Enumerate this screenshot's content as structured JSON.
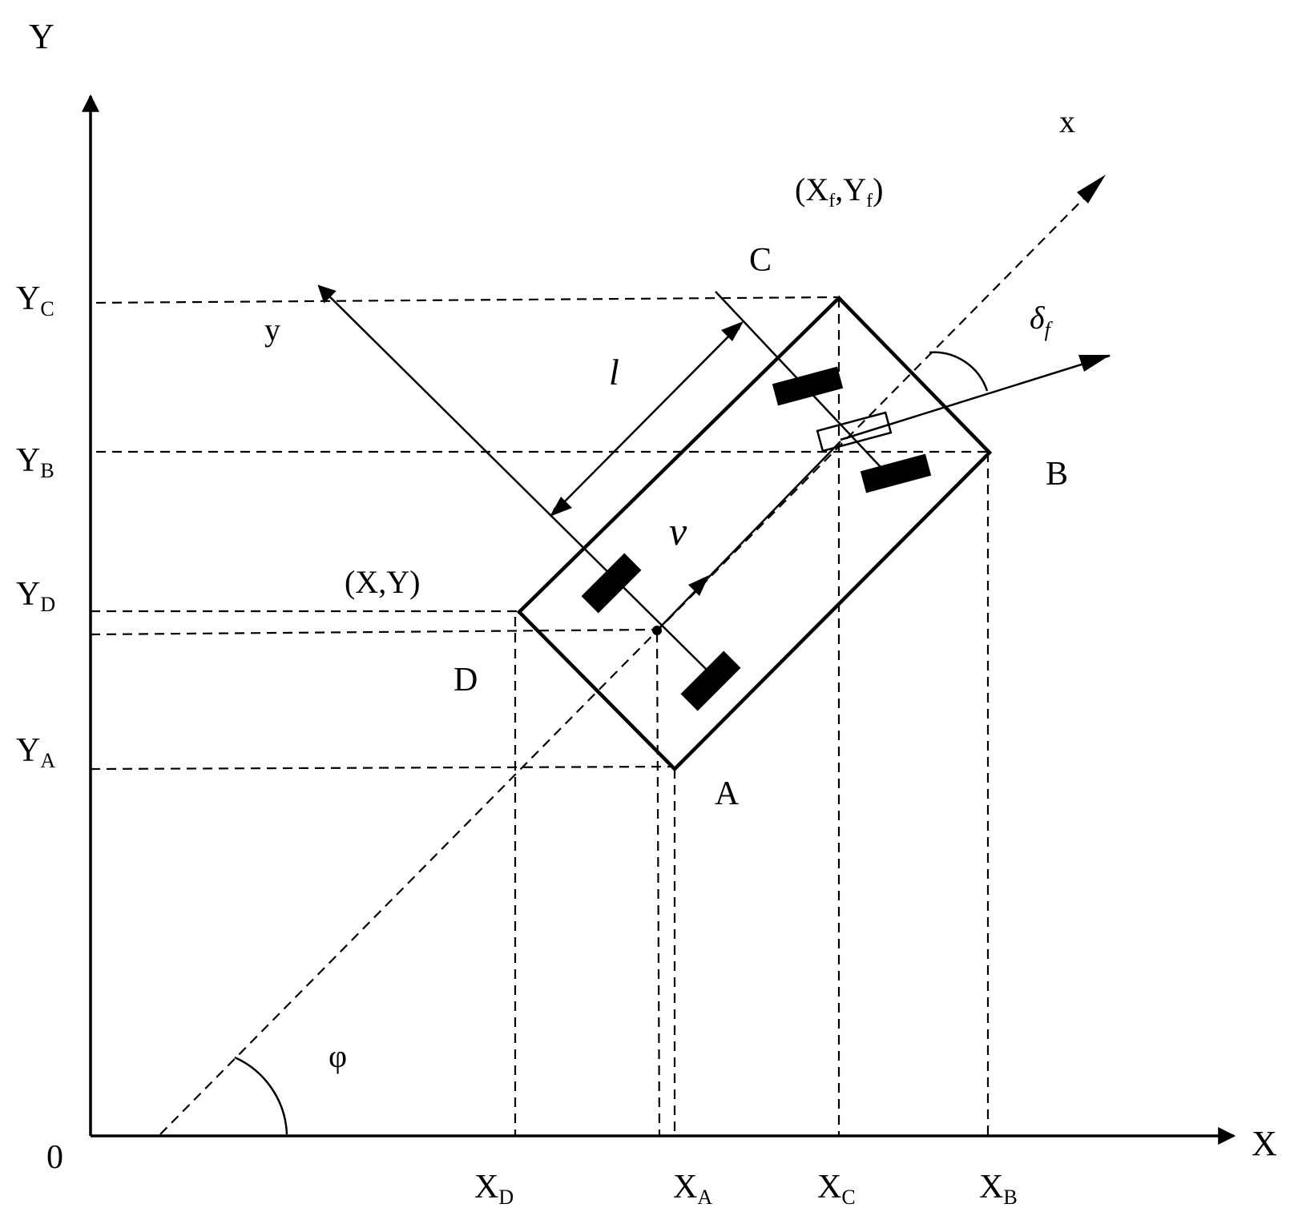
{
  "axes": {
    "x_axis_label": "X",
    "y_axis_label": "Y",
    "origin_label": "0"
  },
  "vehicle_axes": {
    "x_label": "x",
    "y_label": "y"
  },
  "corners": {
    "a": "A",
    "b": "B",
    "c": "C",
    "d": "D"
  },
  "projections": {
    "x": [
      {
        "base": "X",
        "sub": "D"
      },
      {
        "base": "X",
        "sub": "A"
      },
      {
        "base": "X",
        "sub": "C"
      },
      {
        "base": "X",
        "sub": "B"
      }
    ],
    "y": [
      {
        "base": "Y",
        "sub": "C"
      },
      {
        "base": "Y",
        "sub": "B"
      },
      {
        "base": "Y",
        "sub": "D"
      },
      {
        "base": "Y",
        "sub": "A"
      }
    ]
  },
  "points": {
    "rear_point": "(X,Y)",
    "front_open": "(X",
    "front_sub1": "f",
    "front_mid": ",Y",
    "front_sub2": "f",
    "front_close": ")"
  },
  "symbols": {
    "wheelbase": "l",
    "velocity": "v",
    "heading": "φ",
    "steer_base": "δ",
    "steer_sub": "f"
  },
  "colors": {
    "ink": "#000000",
    "background": "#ffffff"
  }
}
